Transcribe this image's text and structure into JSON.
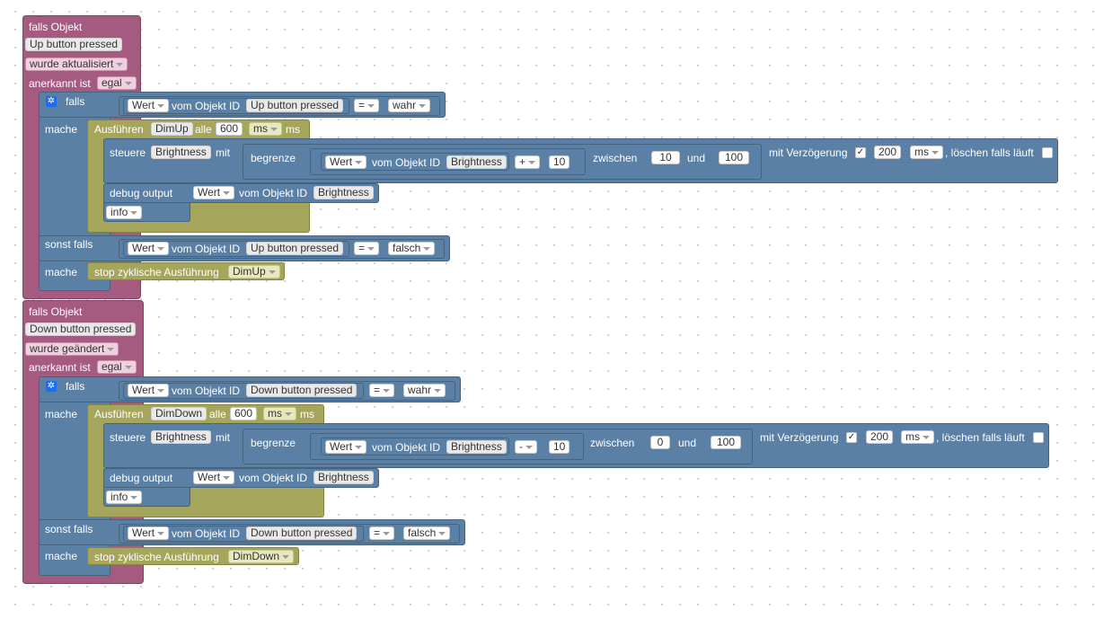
{
  "blocks": [
    {
      "hat_title": "falls Objekt",
      "object": "Up button pressed",
      "trigger": "wurde aktualisiert",
      "ack_label": "anerkannt ist",
      "ack_value": "egal",
      "if_label": "falls",
      "do_label": "mache",
      "else_if_label": "sonst falls",
      "cond1": {
        "prop": "Wert",
        "mid": "vom Objekt ID",
        "id": "Up button pressed",
        "op": "=",
        "value": "wahr"
      },
      "interval": {
        "label": "Ausführen",
        "name": "DimUp",
        "every": "alle",
        "value": "600",
        "unit": "ms",
        "unit_text": "ms"
      },
      "control": {
        "label": "steuere",
        "target": "Brightness",
        "with": "mit",
        "clamp": "begrenze",
        "prop": "Wert",
        "mid": "vom Objekt ID",
        "id": "Brightness",
        "op": "+",
        "step": "10",
        "between": "zwischen",
        "min": "10",
        "and": "und",
        "max": "100",
        "delay_label": "mit Verzögerung",
        "delay_value": "200",
        "delay_unit": "ms",
        "clear_label": ", löschen falls läuft"
      },
      "debug": {
        "label": "debug output",
        "prop": "Wert",
        "mid": "vom Objekt ID",
        "id": "Brightness",
        "level": "info"
      },
      "cond2": {
        "prop": "Wert",
        "mid": "vom Objekt ID",
        "id": "Up button pressed",
        "op": "=",
        "value": "falsch"
      },
      "stop": {
        "label": "stop zyklische Ausführung",
        "name": "DimUp"
      }
    },
    {
      "hat_title": "falls Objekt",
      "object": "Down button pressed",
      "trigger": "wurde geändert",
      "ack_label": "anerkannt ist",
      "ack_value": "egal",
      "if_label": "falls",
      "do_label": "mache",
      "else_if_label": "sonst falls",
      "cond1": {
        "prop": "Wert",
        "mid": "vom Objekt ID",
        "id": "Down button pressed",
        "op": "=",
        "value": "wahr"
      },
      "interval": {
        "label": "Ausführen",
        "name": "DimDown",
        "every": "alle",
        "value": "600",
        "unit": "ms",
        "unit_text": "ms"
      },
      "control": {
        "label": "steuere",
        "target": "Brightness",
        "with": "mit",
        "clamp": "begrenze",
        "prop": "Wert",
        "mid": "vom Objekt ID",
        "id": "Brightness",
        "op": "-",
        "step": "10",
        "between": "zwischen",
        "min": "0",
        "and": "und",
        "max": "100",
        "delay_label": "mit Verzögerung",
        "delay_value": "200",
        "delay_unit": "ms",
        "clear_label": ", löschen falls läuft"
      },
      "debug": {
        "label": "debug output",
        "prop": "Wert",
        "mid": "vom Objekt ID",
        "id": "Brightness",
        "level": "info"
      },
      "cond2": {
        "prop": "Wert",
        "mid": "vom Objekt ID",
        "id": "Down button pressed",
        "op": "=",
        "value": "falsch"
      },
      "stop": {
        "label": "stop zyklische Ausführung",
        "name": "DimDown"
      }
    }
  ],
  "icons": {
    "mutator": "gear-icon",
    "checkbox_checked": "checkmark-icon"
  },
  "colors": {
    "trigger": "#a55b80",
    "logic": "#5b80a5",
    "timer": "#a5a55b",
    "workspace": "#ffffff"
  }
}
